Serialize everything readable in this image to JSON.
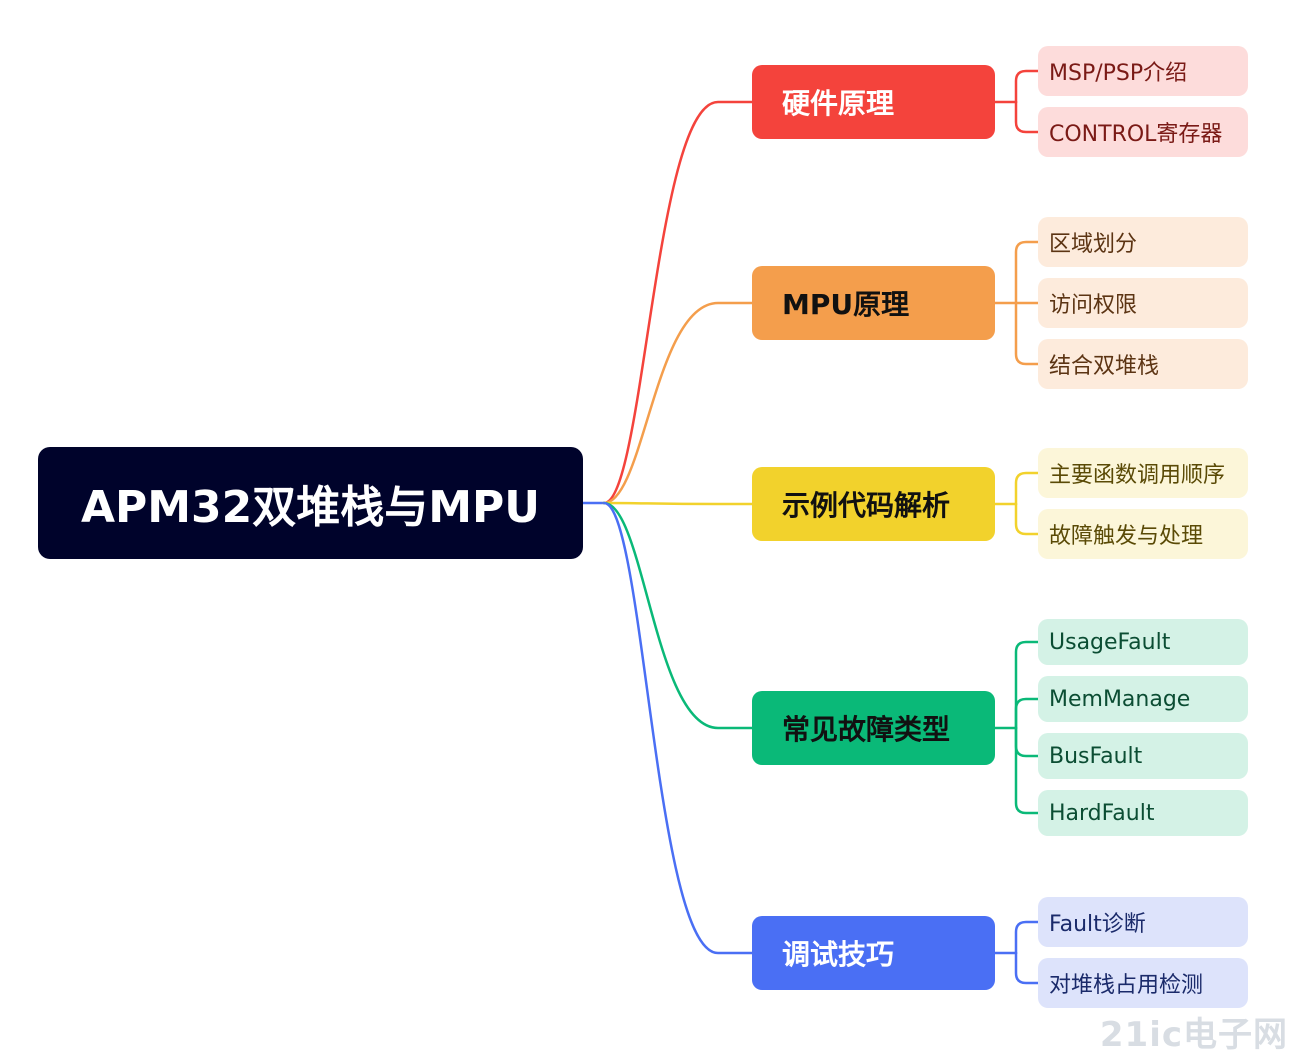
{
  "root": {
    "label": "APM32双堆栈与MPU"
  },
  "branches": [
    {
      "label": "硬件原理",
      "color": "#f4433c",
      "text_color": "#ffffff",
      "leaf_bg": "#fddcdb",
      "leaf_text": "#7a1a16",
      "leaves": [
        "MSP/PSP介绍",
        "CONTROL寄存器"
      ]
    },
    {
      "label": "MPU原理",
      "color": "#f49e4c",
      "text_color": "#111111",
      "leaf_bg": "#fdebdc",
      "leaf_text": "#5c3413",
      "leaves": [
        "区域划分",
        "访问权限",
        "结合双堆栈"
      ]
    },
    {
      "label": "示例代码解析",
      "color": "#f2d22c",
      "text_color": "#111111",
      "leaf_bg": "#fcf6d9",
      "leaf_text": "#5a4a06",
      "leaves": [
        "主要函数调用顺序",
        "故障触发与处理"
      ]
    },
    {
      "label": "常见故障类型",
      "color": "#0ab978",
      "text_color": "#111111",
      "leaf_bg": "#d4f2e6",
      "leaf_text": "#0b4d33",
      "leaves": [
        "UsageFault",
        "MemManage",
        "BusFault",
        "HardFault"
      ]
    },
    {
      "label": "调试技巧",
      "color": "#4a6ff4",
      "text_color": "#ffffff",
      "leaf_bg": "#dde3fb",
      "leaf_text": "#1a2a6a",
      "leaves": [
        "Fault诊断",
        "对堆栈占用检测"
      ]
    }
  ],
  "watermark": "21ic电子网"
}
